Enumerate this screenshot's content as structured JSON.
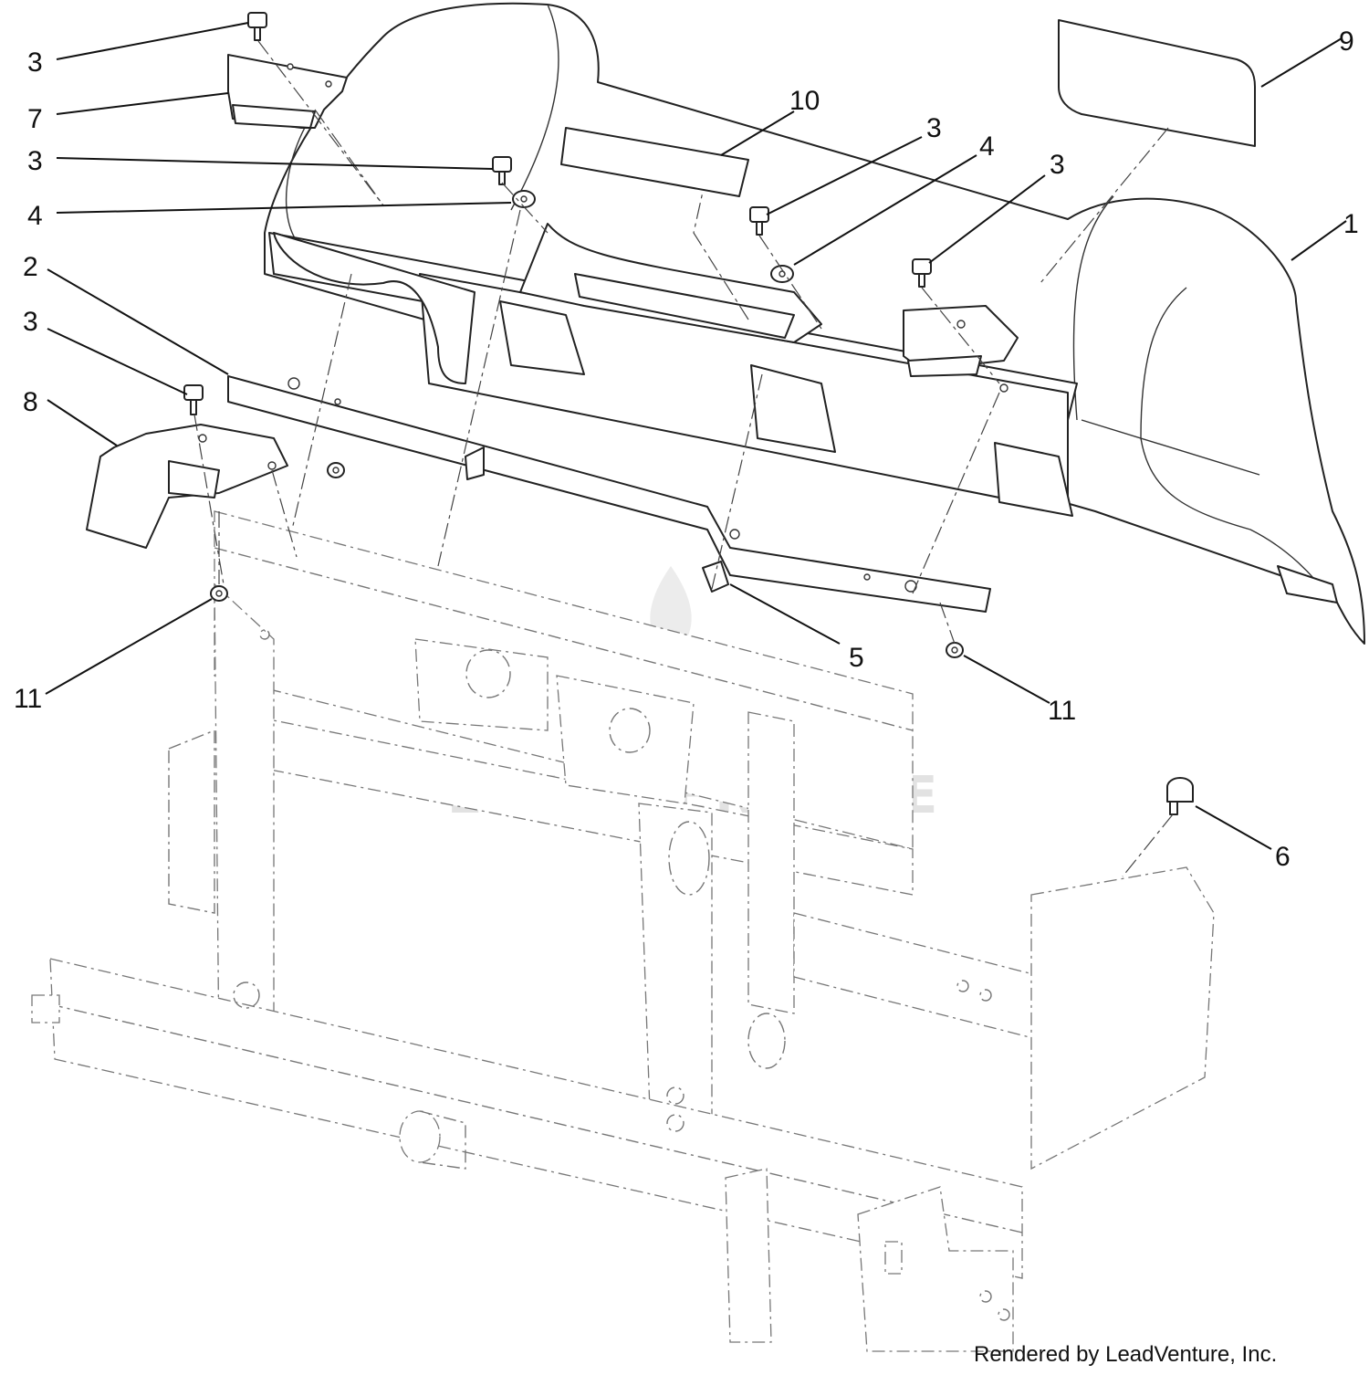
{
  "diagram": {
    "callouts": [
      {
        "id": "c3a",
        "label": "3"
      },
      {
        "id": "c7",
        "label": "7"
      },
      {
        "id": "c3b",
        "label": "3"
      },
      {
        "id": "c4a",
        "label": "4"
      },
      {
        "id": "c2",
        "label": "2"
      },
      {
        "id": "c3c",
        "label": "3"
      },
      {
        "id": "c8",
        "label": "8"
      },
      {
        "id": "c11a",
        "label": "11"
      },
      {
        "id": "c10",
        "label": "10"
      },
      {
        "id": "c3d",
        "label": "3"
      },
      {
        "id": "c4b",
        "label": "4"
      },
      {
        "id": "c3e",
        "label": "3"
      },
      {
        "id": "c9",
        "label": "9"
      },
      {
        "id": "c1",
        "label": "1"
      },
      {
        "id": "c5",
        "label": "5"
      },
      {
        "id": "c11b",
        "label": "11"
      },
      {
        "id": "c6",
        "label": "6"
      }
    ],
    "watermark": "LEADVENTURE",
    "credit": "Rendered by LeadVenture, Inc."
  }
}
